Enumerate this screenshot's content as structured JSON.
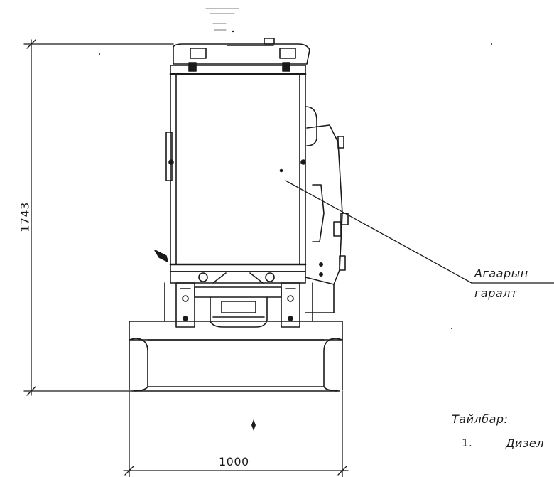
{
  "dimensions": {
    "height": "1743",
    "width": "1000"
  },
  "callout": {
    "line1": "Агаарын",
    "line2": "гаралт"
  },
  "notes": {
    "heading": "Тайлбар:",
    "item_number": "1.",
    "item_text": "Дизел"
  }
}
